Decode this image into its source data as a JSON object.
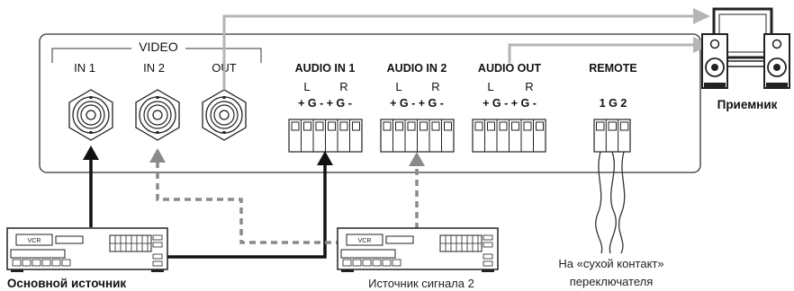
{
  "panel": {
    "video": {
      "group_label": "VIDEO",
      "in1": "IN 1",
      "in2": "IN 2",
      "out": "OUT"
    },
    "audio_in1": {
      "title": "AUDIO IN 1",
      "lr": [
        "L",
        "R"
      ],
      "pins": "+ G - + G -"
    },
    "audio_in2": {
      "title": "AUDIO IN 2",
      "lr": [
        "L",
        "R"
      ],
      "pins": "+ G - + G -"
    },
    "audio_out": {
      "title": "AUDIO OUT",
      "lr": [
        "L",
        "R"
      ],
      "pins": "+ G - + G -"
    },
    "remote": {
      "title": "REMOTE",
      "pins": "1 G 2"
    }
  },
  "devices": {
    "receiver_label": "Приемник",
    "main_source_label": "Основной источник",
    "source2_label": "Источник сигнала 2",
    "vcr_badge": "VCR",
    "switch_caption_line1": "На «сухой контакт»",
    "switch_caption_line2": "переключателя"
  },
  "colors": {
    "solid_line": "#111111",
    "dashed_line": "#8a8a8a",
    "output_line": "#b5b5b5"
  }
}
